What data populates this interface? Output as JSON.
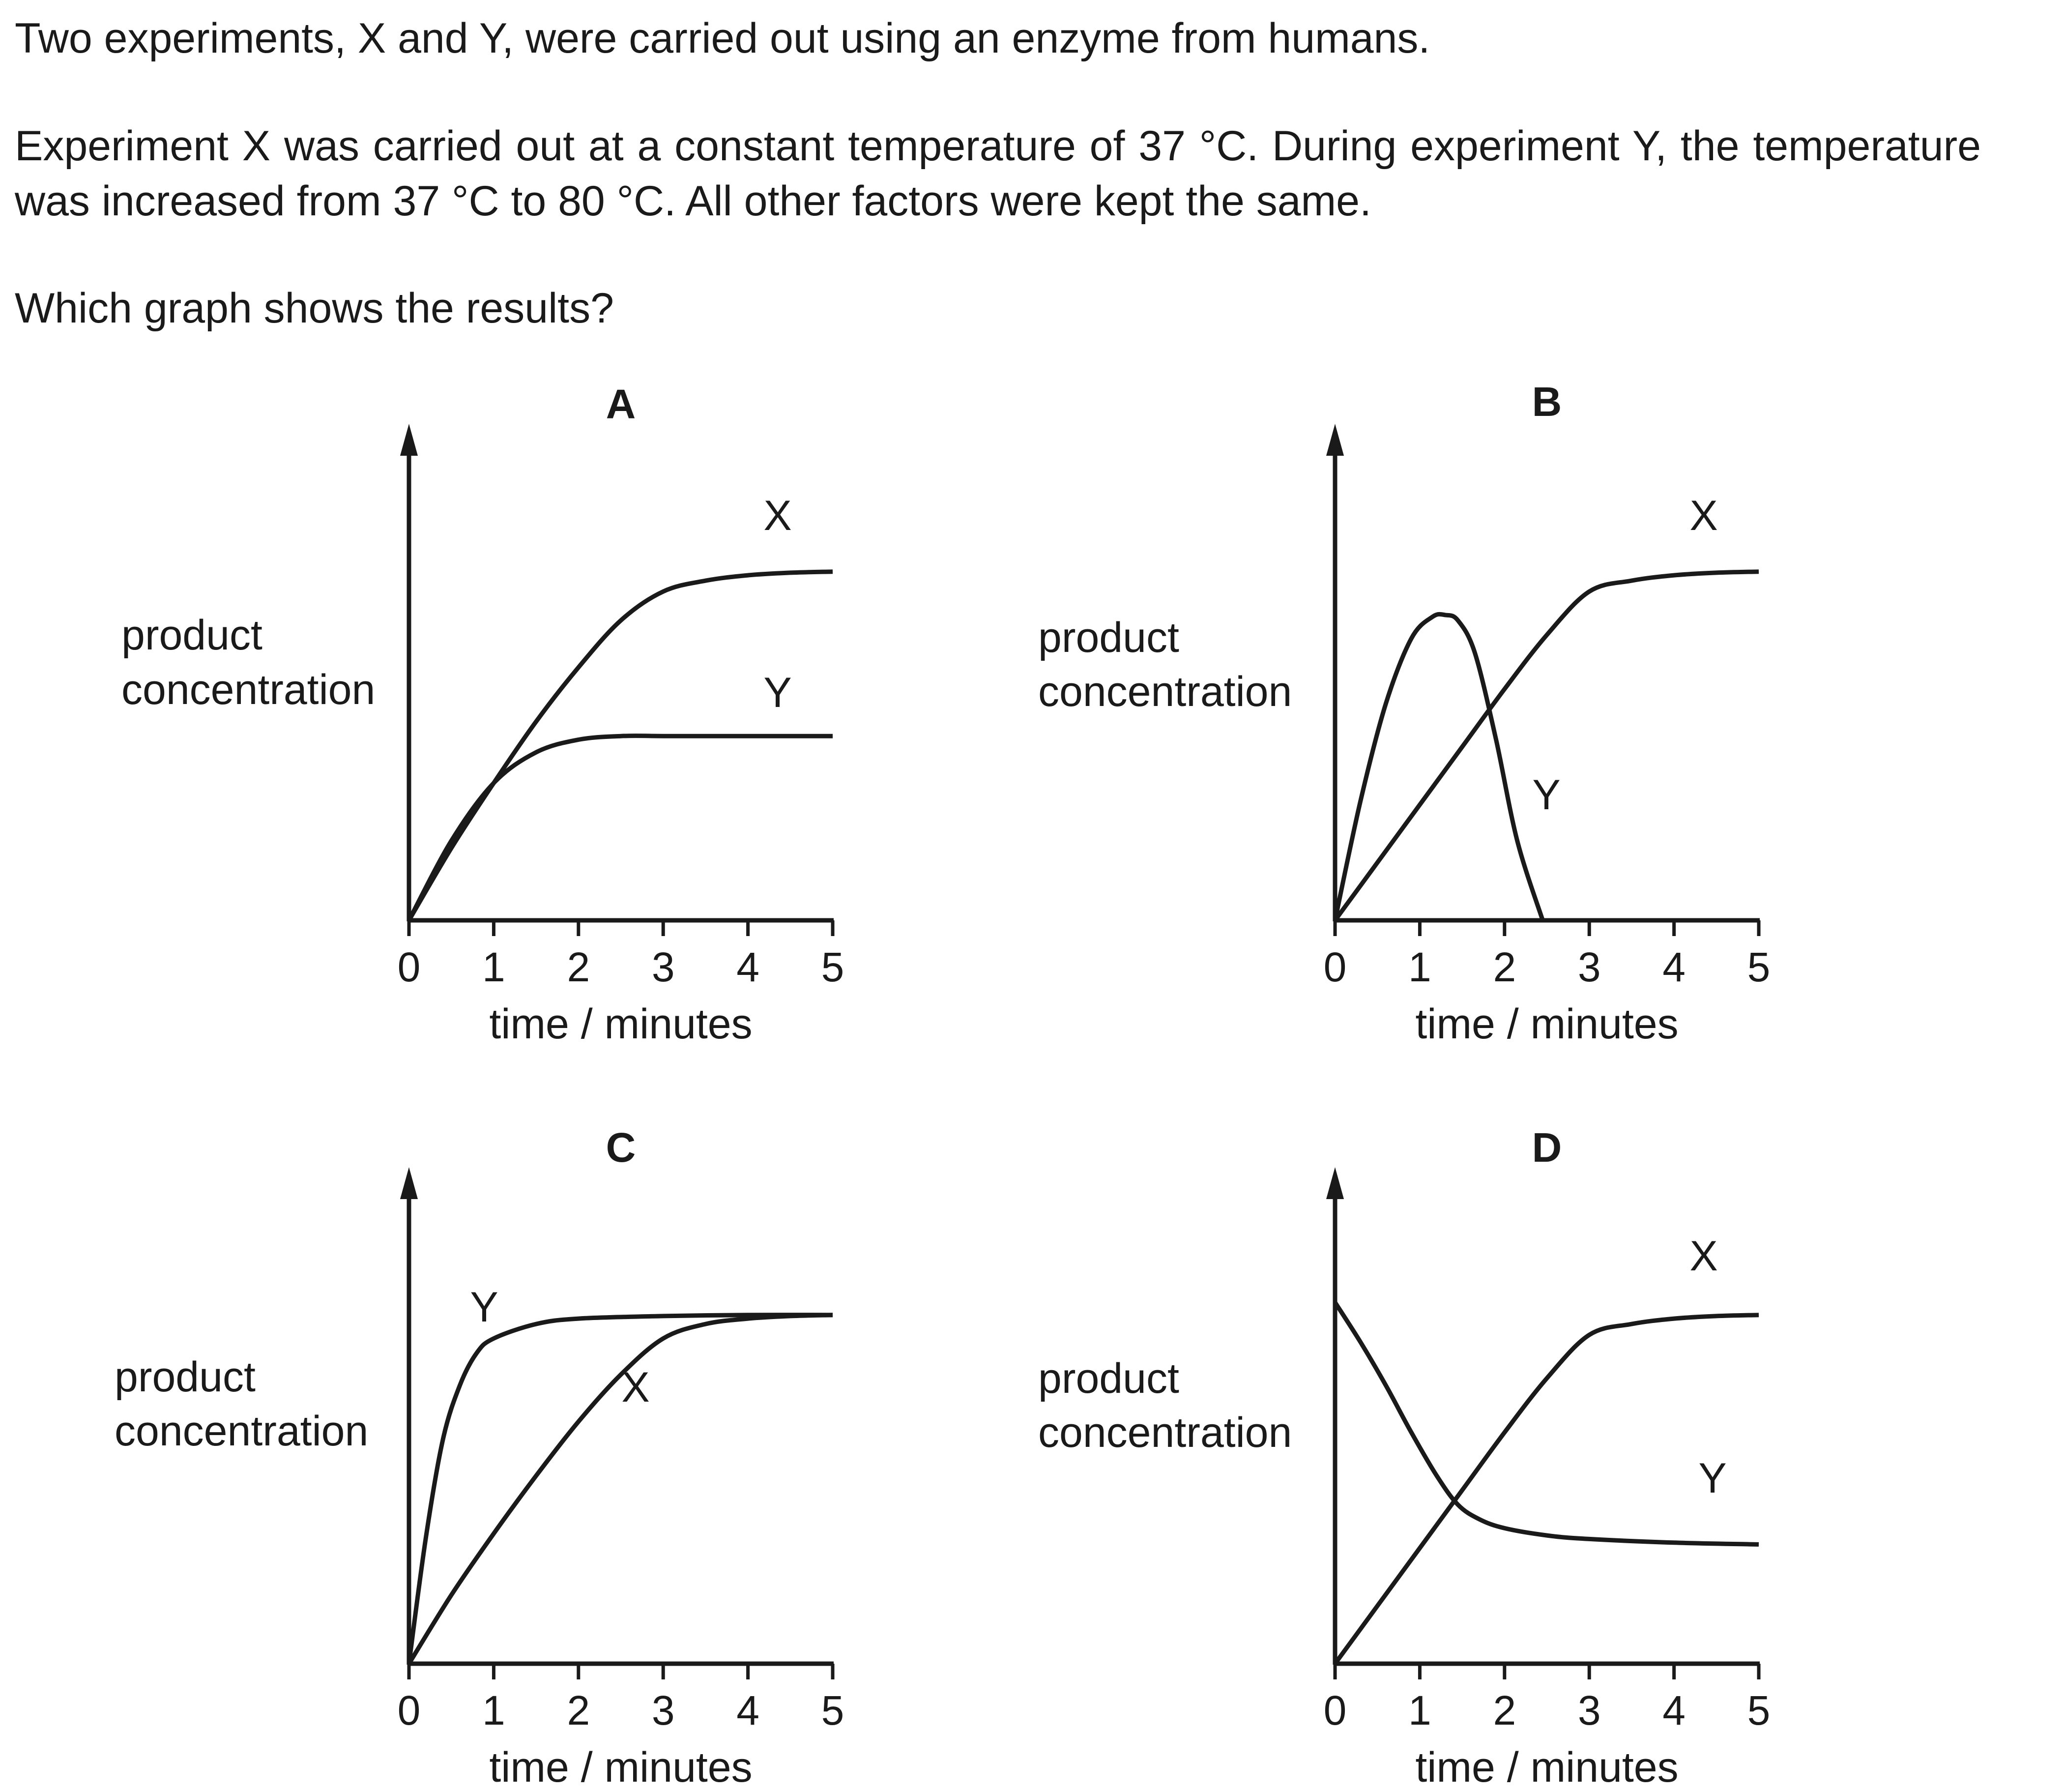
{
  "question": {
    "line1": "Two experiments, X and Y, were carried out using an enzyme from humans.",
    "line2": "Experiment X was carried out at a constant temperature of 37 °C. During experiment Y, the temperature was increased from 37 °C to 80 °C. All other factors were kept the same.",
    "line3": "Which graph shows the results?"
  },
  "chart_data": [
    {
      "type": "line",
      "title": "A",
      "xlabel": "time / minutes",
      "ylabel": "product concentration",
      "x_ticks": [
        "0",
        "1",
        "2",
        "3",
        "4",
        "5"
      ],
      "xlim": [
        0,
        5
      ],
      "ylim": [
        0,
        1
      ],
      "y_axis_numbered": false,
      "grid": false,
      "series": [
        {
          "name": "X",
          "x": [
            0,
            0.5,
            1,
            1.5,
            2,
            2.5,
            3,
            3.5,
            4,
            4.5,
            5
          ],
          "y": [
            0,
            0.2,
            0.38,
            0.55,
            0.7,
            0.83,
            0.91,
            0.94,
            0.955,
            0.962,
            0.965
          ]
        },
        {
          "name": "Y",
          "x": [
            0,
            0.5,
            1,
            1.5,
            2,
            2.5,
            3,
            3.5,
            4,
            4.5,
            5
          ],
          "y": [
            0,
            0.22,
            0.38,
            0.465,
            0.5,
            0.51,
            0.51,
            0.51,
            0.51,
            0.51,
            0.51
          ]
        }
      ]
    },
    {
      "type": "line",
      "title": "B",
      "xlabel": "time / minutes",
      "ylabel": "product concentration",
      "x_ticks": [
        "0",
        "1",
        "2",
        "3",
        "4",
        "5"
      ],
      "xlim": [
        0,
        5
      ],
      "ylim": [
        0,
        1
      ],
      "y_axis_numbered": false,
      "grid": false,
      "series": [
        {
          "name": "X",
          "x": [
            0,
            0.5,
            1,
            1.5,
            2,
            2.5,
            3,
            3.5,
            4,
            4.5,
            5
          ],
          "y": [
            0,
            0.16,
            0.32,
            0.48,
            0.64,
            0.79,
            0.91,
            0.94,
            0.955,
            0.962,
            0.965
          ]
        },
        {
          "name": "Y",
          "x": [
            0,
            0.3,
            0.6,
            0.9,
            1.15,
            1.3,
            1.45,
            1.65,
            1.9,
            2.15,
            2.45
          ],
          "y": [
            0,
            0.33,
            0.6,
            0.78,
            0.84,
            0.845,
            0.83,
            0.74,
            0.5,
            0.22,
            0
          ]
        }
      ]
    },
    {
      "type": "line",
      "title": "C",
      "xlabel": "time / minutes",
      "ylabel": "product concentration",
      "x_ticks": [
        "0",
        "1",
        "2",
        "3",
        "4",
        "5"
      ],
      "xlim": [
        0,
        5
      ],
      "ylim": [
        0,
        1
      ],
      "y_axis_numbered": false,
      "grid": false,
      "series": [
        {
          "name": "Y",
          "x": [
            0,
            0.2,
            0.4,
            0.6,
            0.8,
            1,
            1.5,
            2,
            3,
            4,
            5
          ],
          "y": [
            0,
            0.35,
            0.62,
            0.77,
            0.86,
            0.9,
            0.94,
            0.955,
            0.962,
            0.965,
            0.965
          ]
        },
        {
          "name": "X",
          "x": [
            0,
            0.5,
            1,
            1.5,
            2,
            2.5,
            3,
            3.5,
            4,
            4.5,
            5
          ],
          "y": [
            0,
            0.19,
            0.36,
            0.52,
            0.67,
            0.8,
            0.9,
            0.94,
            0.955,
            0.962,
            0.965
          ]
        }
      ]
    },
    {
      "type": "line",
      "title": "D",
      "xlabel": "time / minutes",
      "ylabel": "product concentration",
      "x_ticks": [
        "0",
        "1",
        "2",
        "3",
        "4",
        "5"
      ],
      "xlim": [
        0,
        5
      ],
      "ylim": [
        0,
        1
      ],
      "y_axis_numbered": false,
      "grid": false,
      "series": [
        {
          "name": "X",
          "x": [
            0,
            0.5,
            1,
            1.5,
            2,
            2.5,
            3,
            3.5,
            4,
            4.5,
            5
          ],
          "y": [
            0,
            0.16,
            0.32,
            0.48,
            0.64,
            0.79,
            0.91,
            0.94,
            0.955,
            0.962,
            0.965
          ]
        },
        {
          "name": "Y",
          "x": [
            0,
            0.3,
            0.6,
            0.9,
            1.2,
            1.45,
            1.7,
            2,
            2.5,
            3,
            4,
            5
          ],
          "y": [
            1,
            0.89,
            0.77,
            0.64,
            0.52,
            0.44,
            0.4,
            0.375,
            0.355,
            0.345,
            0.335,
            0.33
          ]
        }
      ]
    }
  ]
}
